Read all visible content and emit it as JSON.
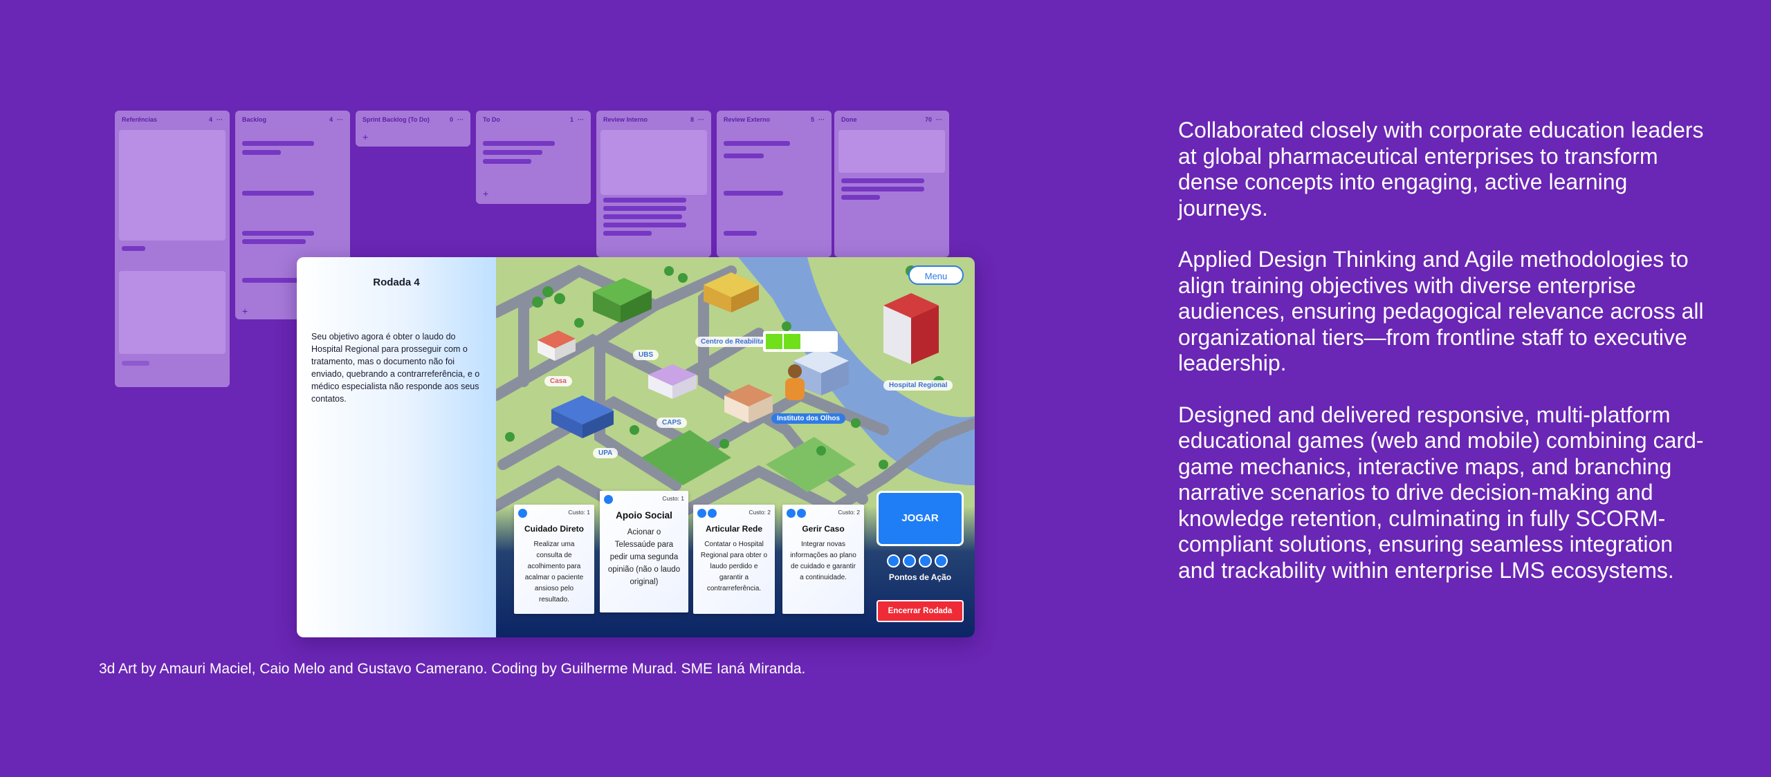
{
  "board": {
    "columns": [
      {
        "title": "Referências",
        "count": "4"
      },
      {
        "title": "Backlog",
        "count": "4"
      },
      {
        "title": "Sprint Backlog (To Do)",
        "count": "0"
      },
      {
        "title": "To Do",
        "count": "1"
      },
      {
        "title": "Review Interno",
        "count": "8"
      },
      {
        "title": "Review Externo",
        "count": "5"
      },
      {
        "title": "Done",
        "count": "70"
      }
    ],
    "more_glyph": "···",
    "add_glyph": "+"
  },
  "game": {
    "round_title": "Rodada 4",
    "objective": "Seu objetivo agora é obter o laudo do Hospital Regional para prosseguir com o tratamento, mas o documento não foi enviado, quebrando a contrarreferência, e o médico especialista não responde aos seus contatos.",
    "menu_label": "Menu",
    "map_labels": {
      "centro": "Centro de Reabilita",
      "ubs": "UBS",
      "casa": "Casa",
      "caps": "CAPS",
      "upa": "UPA",
      "instituto": "Instituto dos Olhos",
      "hospital": "Hospital Regional"
    },
    "progress_filled": 2,
    "cards": [
      {
        "title": "Cuidado Direto",
        "cost": "Custo: 1",
        "desc": "Realizar uma consulta de acolhimento para acalmar o paciente ansioso pelo resultado.",
        "dots": 1
      },
      {
        "title": "Apoio Social",
        "cost": "Custo: 1",
        "desc": "Acionar o Telessaúde para pedir uma segunda opinião (não o laudo original)",
        "dots": 1
      },
      {
        "title": "Articular Rede",
        "cost": "Custo: 2",
        "desc": "Contatar o Hospital Regional para obter o laudo perdido e garantir a contrarreferência.",
        "dots": 2
      },
      {
        "title": "Gerir Caso",
        "cost": "Custo: 2",
        "desc": "Integrar novas informações ao plano de cuidado e garantir a continuidade.",
        "dots": 2
      }
    ],
    "play_label": "JOGAR",
    "action_points": 4,
    "action_points_label": "Pontos de Ação",
    "end_round_label": "Encerrar Rodada"
  },
  "caption": "3d Art by Amauri Maciel, Caio Melo and Gustavo Camerano. Coding by Guilherme Murad. SME Ianá Miranda.",
  "description": [
    "Collaborated closely with corporate education leaders at global pharmaceutical enterprises to transform dense concepts into engaging, active learning journeys.",
    "Applied Design Thinking and Agile methodologies to align training objectives with diverse enterprise audiences, ensuring pedagogical relevance across all organizational tiers—from frontline staff to executive leadership.",
    "Designed and delivered responsive, multi-platform educational games (web and mobile) combining card-game mechanics, interactive maps, and branching narrative scenarios to drive decision-making and knowledge retention, culminating in fully SCORM-compliant solutions, ensuring seamless integration and trackability within enterprise LMS ecosystems."
  ],
  "colors": {
    "background": "#6a26b4",
    "accent_blue": "#1f7ef5",
    "danger_red": "#ee2b36",
    "progress_green": "#6fe01a"
  }
}
